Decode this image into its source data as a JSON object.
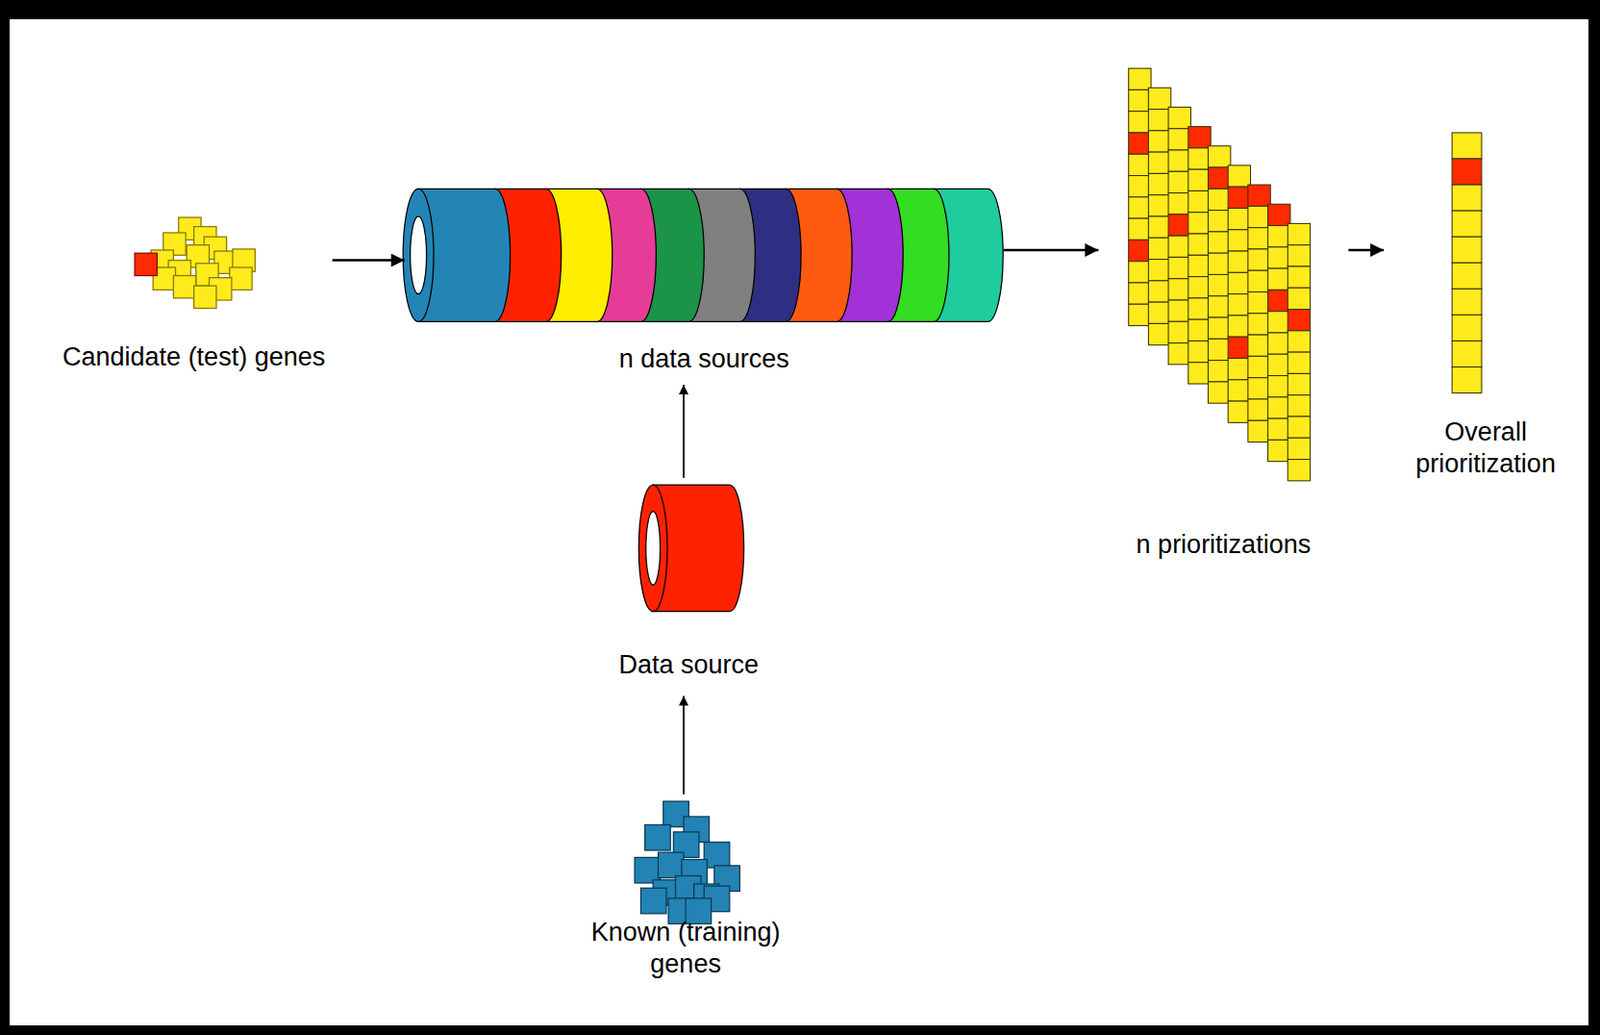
{
  "diagram": {
    "nodes": [
      {
        "text": [
          "Candidate (test) genes"
        ]
      },
      {
        "text": [
          "n data sources"
        ]
      },
      {
        "text": [
          "Data source"
        ]
      },
      {
        "text": [
          "Known (training) genes"
        ]
      },
      {
        "text": [
          "n prioritizations"
        ]
      },
      {
        "text": [
          "Overall prioritization"
        ]
      }
    ],
    "edges": [
      {
        "from": 0,
        "to": 1,
        "arrow": "to"
      },
      {
        "from": 1,
        "to": 4,
        "arrow": "to"
      },
      {
        "from": 4,
        "to": 5,
        "arrow": "to"
      },
      {
        "from": 2,
        "to": 1,
        "arrow": "to"
      },
      {
        "from": 3,
        "to": 2,
        "arrow": "to"
      }
    ]
  }
}
